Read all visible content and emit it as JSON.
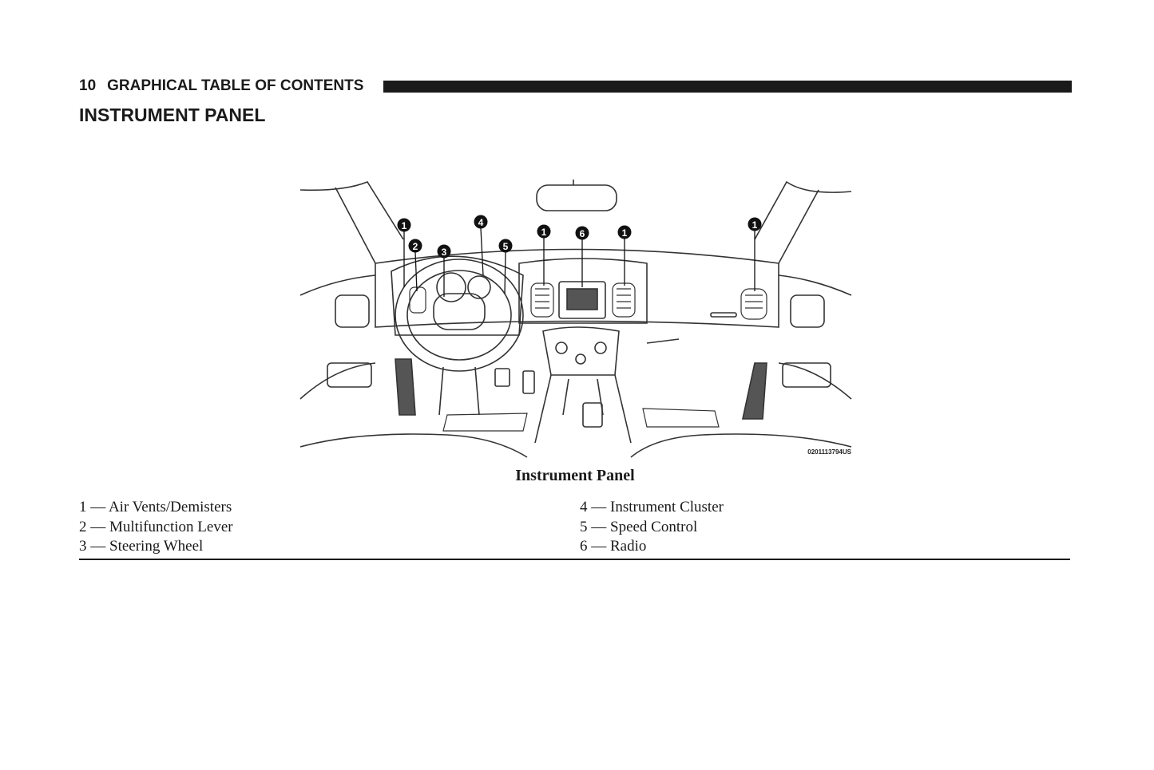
{
  "header": {
    "page_number": "10",
    "section": "GRAPHICAL TABLE OF CONTENTS"
  },
  "title": "INSTRUMENT PANEL",
  "figure": {
    "image_code": "0201113794US",
    "callouts": [
      "1",
      "2",
      "3",
      "4",
      "5",
      "1",
      "6",
      "1",
      "1"
    ],
    "caption": "Instrument Panel"
  },
  "legend": {
    "left": [
      "1 — Air Vents/Demisters",
      "2 — Multifunction Lever",
      "3 — Steering Wheel"
    ],
    "right": [
      "4 — Instrument Cluster",
      "5 — Speed Control",
      "6 — Radio"
    ]
  }
}
